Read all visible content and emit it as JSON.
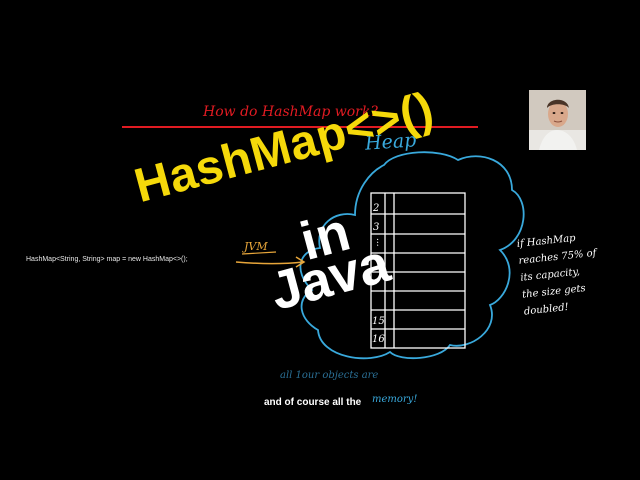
{
  "board": {
    "heading": "How do HashMap work?",
    "heap_label": "Heap",
    "jvm_label": "JVM",
    "code_line": "HashMap<String, String> map = new HashMap<>();",
    "bucket_labels": [
      "2",
      "3",
      "...",
      "15",
      "16"
    ],
    "note_lines": [
      "if HashMap",
      "reaches 75% of",
      "its capacity,",
      "the size gets",
      "doubled!"
    ],
    "faint_note": "all 1our objects are"
  },
  "title": {
    "line1": "HashMap<>()",
    "line2": "in",
    "line3": "Java"
  },
  "caption": {
    "text": "and of course all the",
    "tail": "memory!"
  },
  "colors": {
    "background": "#000000",
    "title_yellow": "#f5d90a",
    "red_ink": "#e11b22",
    "blue_ink": "#39a9dc",
    "white_ink": "#ffffff"
  },
  "webcam": {
    "icon": "presenter-webcam"
  }
}
